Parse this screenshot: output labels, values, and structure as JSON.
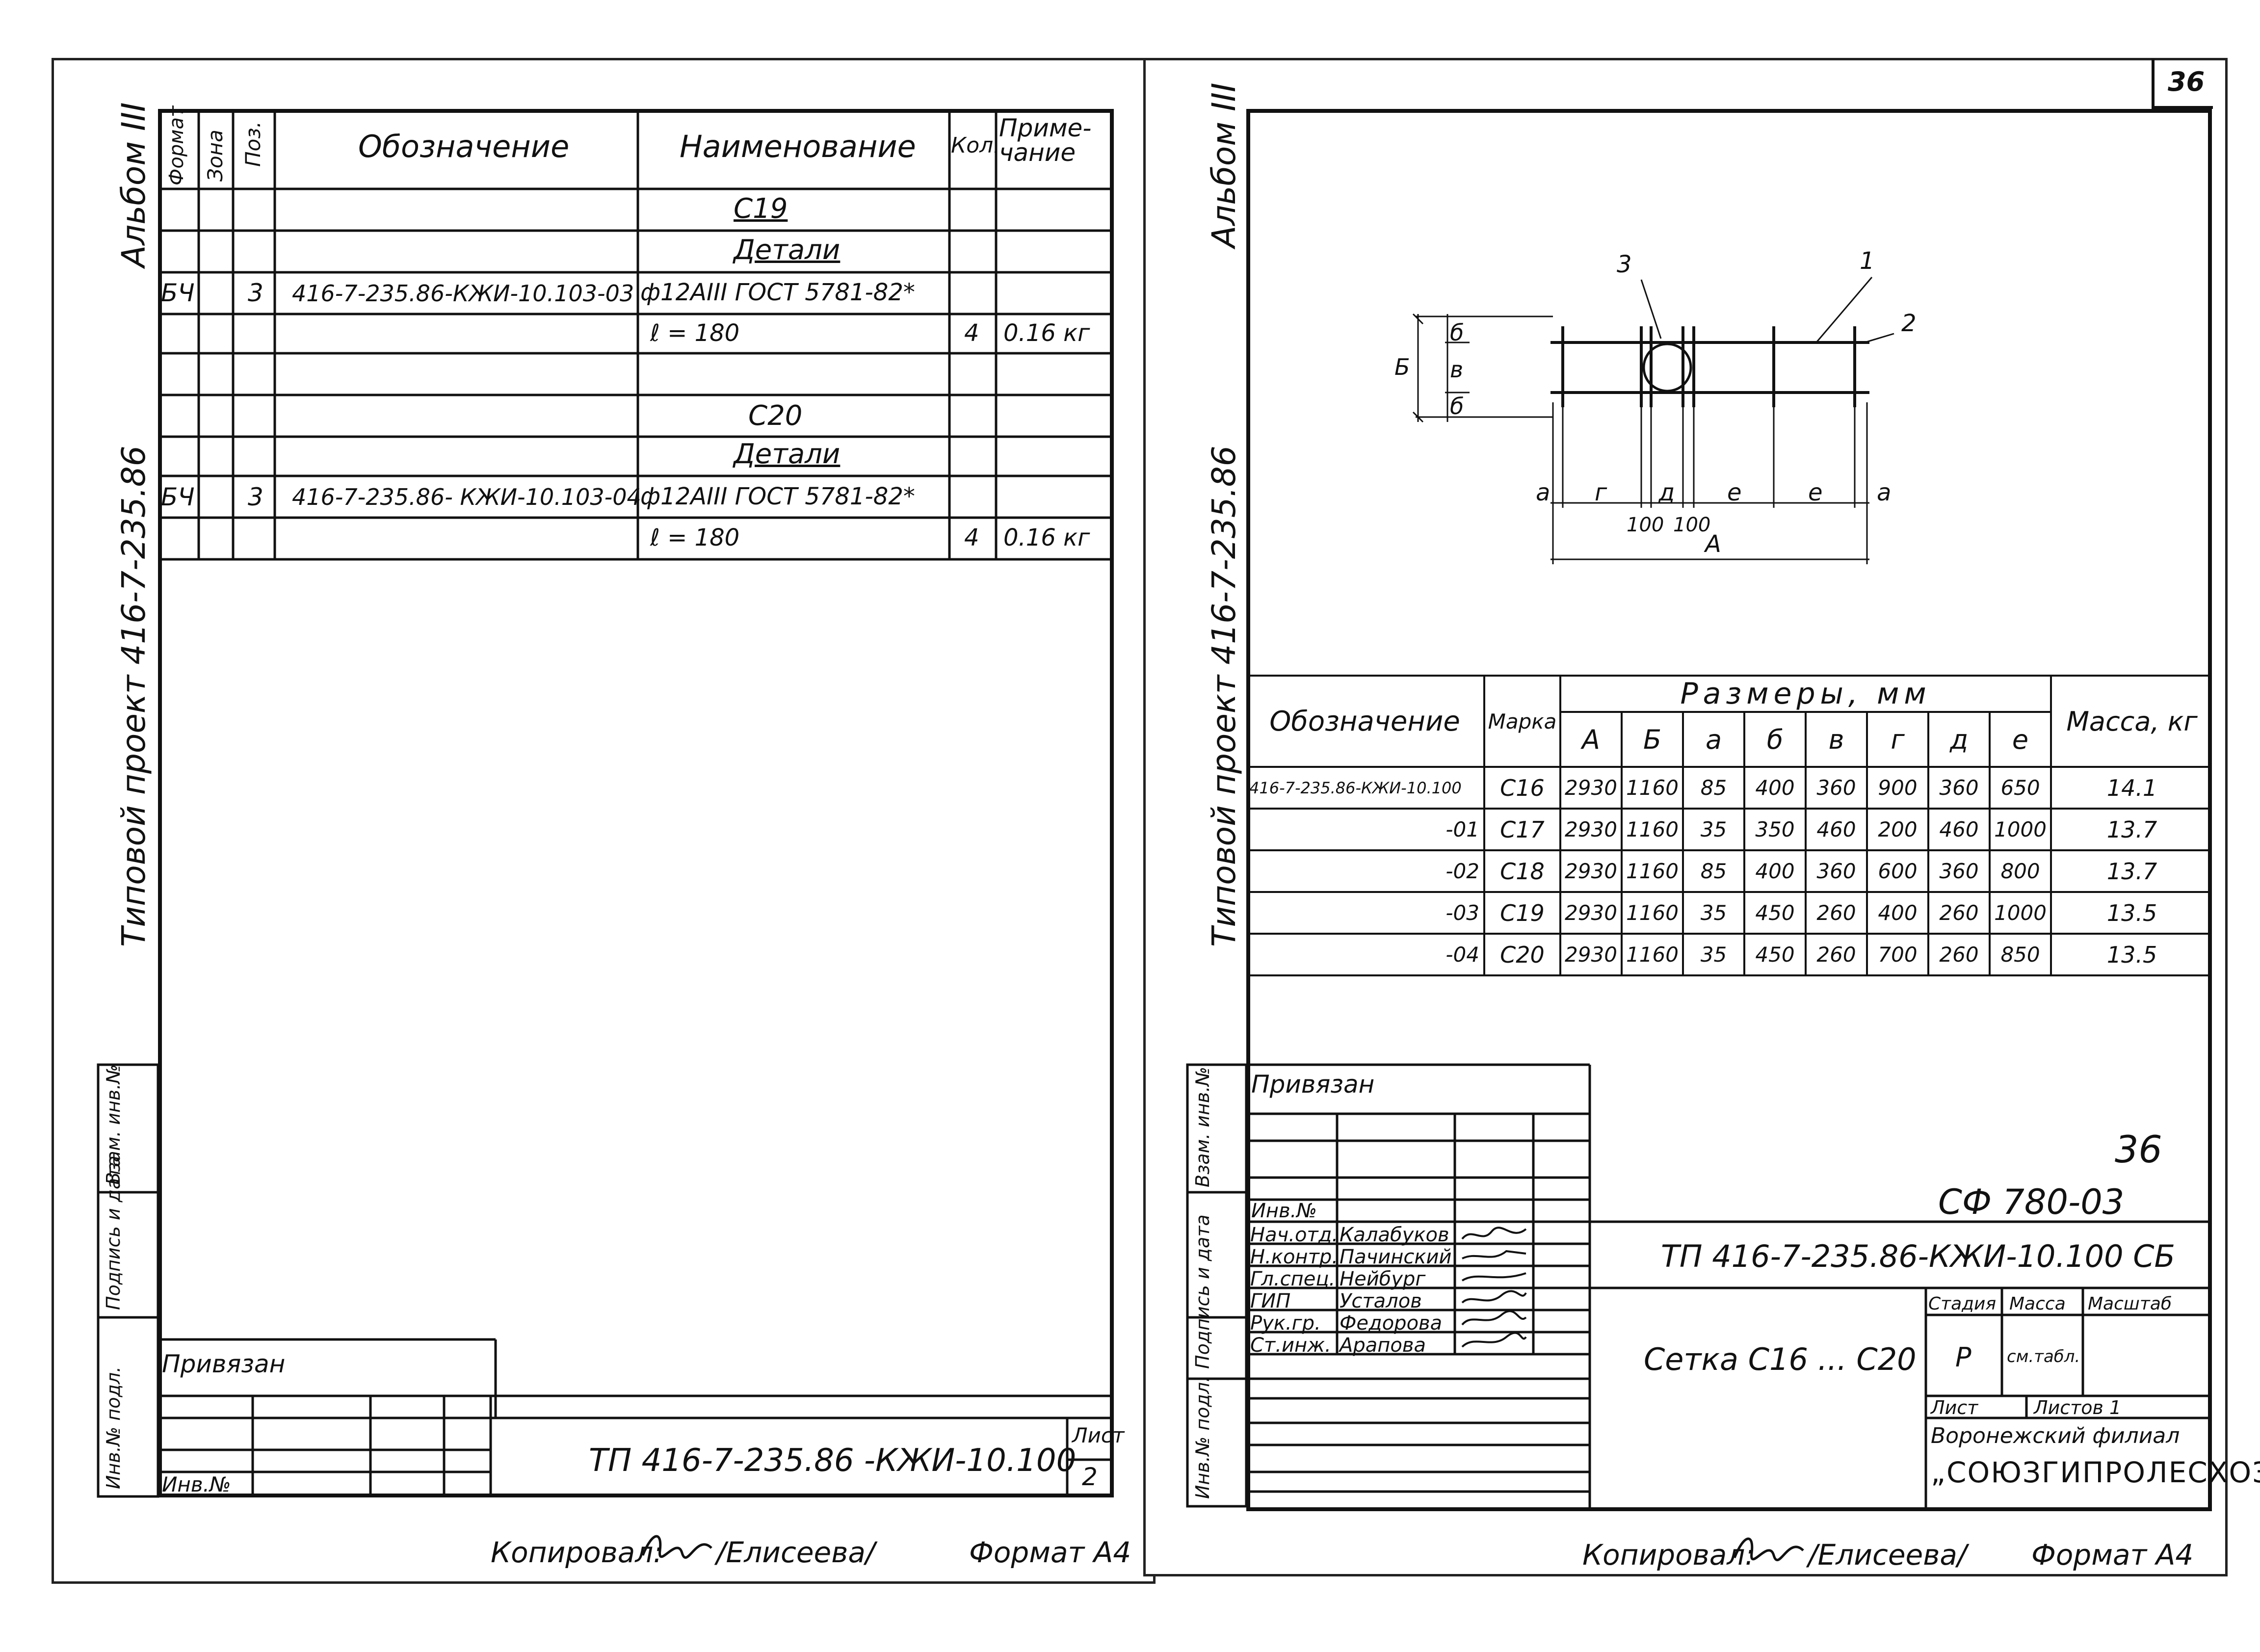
{
  "left_sheet": {
    "album_label": "Альбом III",
    "project_label": "Типовой  проект 416-7-235.86",
    "spec_header": {
      "format": "Формат",
      "zone": "Зона",
      "pos": "Поз.",
      "designation": "Обозначение",
      "name": "Наименование",
      "qty": "Кол.",
      "note": "Приме-чание"
    },
    "spec_rows": [
      {
        "format": "",
        "pos": "",
        "designation": "",
        "name": "С19",
        "qty": "",
        "note": ""
      },
      {
        "format": "",
        "pos": "",
        "designation": "",
        "name": "Детали",
        "qty": "",
        "note": ""
      },
      {
        "format": "БЧ",
        "pos": "3",
        "designation": "416-7-235.86-КЖИ-10.103-03",
        "name": "ф12АIII ГОСТ 5781-82*",
        "qty": "",
        "note": ""
      },
      {
        "format": "",
        "pos": "",
        "designation": "",
        "name": "ℓ = 180",
        "qty": "4",
        "note": "0.16 кг"
      },
      {
        "format": "",
        "pos": "",
        "designation": "",
        "name": "",
        "qty": "",
        "note": ""
      },
      {
        "format": "",
        "pos": "",
        "designation": "",
        "name": "С20",
        "qty": "",
        "note": ""
      },
      {
        "format": "",
        "pos": "",
        "designation": "",
        "name": "Детали",
        "qty": "",
        "note": ""
      },
      {
        "format": "БЧ",
        "pos": "3",
        "designation": "416-7-235.86- КЖИ-10.103-04",
        "name": "ф12АIII ГОСТ 5781-82*",
        "qty": "",
        "note": ""
      },
      {
        "format": "",
        "pos": "",
        "designation": "",
        "name": "ℓ = 180",
        "qty": "4",
        "note": "0.16 кг"
      }
    ],
    "side_stamp": [
      "Инв.№ подл.",
      "Подпись и дата",
      "Взам. инв.№"
    ],
    "privyazan": "Привязан",
    "inv_no": "Инв.№",
    "doc_code": "ТП 416-7-235.86 -КЖИ-10.100",
    "sheet_label": "Лист",
    "sheet_no": "2",
    "copied": "Копировал:",
    "copier": "/Елисеева/",
    "format": "Формат А4"
  },
  "right_sheet": {
    "page_no": "36",
    "album_label": "Альбом III",
    "project_label": "Типовой  проект 416-7-235.86",
    "drawing_labels": {
      "pos1": "1",
      "pos2": "2",
      "pos3": "3",
      "b_big": "Б",
      "b_small1": "б",
      "v": "в",
      "b_small2": "б",
      "a1": "а",
      "g": "г",
      "d": "д",
      "e1": "е",
      "e2": "е",
      "a2": "а",
      "d100a": "100",
      "d100b": "100",
      "A": "А"
    },
    "dims_header": {
      "designation": "Обозначение",
      "mark": "Марка",
      "group": "Размеры, мм",
      "cols": [
        "А",
        "Б",
        "а",
        "б",
        "в",
        "г",
        "д",
        "е"
      ],
      "mass": "Масса, кг"
    },
    "dims_rows": [
      {
        "designation": "416-7-235.86-КЖИ-10.100",
        "mark": "С16",
        "vals": [
          "2930",
          "1160",
          "85",
          "400",
          "360",
          "900",
          "360",
          "650"
        ],
        "mass": "14.1"
      },
      {
        "designation": "-01",
        "mark": "С17",
        "vals": [
          "2930",
          "1160",
          "35",
          "350",
          "460",
          "200",
          "460",
          "1000"
        ],
        "mass": "13.7"
      },
      {
        "designation": "-02",
        "mark": "С18",
        "vals": [
          "2930",
          "1160",
          "85",
          "400",
          "360",
          "600",
          "360",
          "800"
        ],
        "mass": "13.7"
      },
      {
        "designation": "-03",
        "mark": "С19",
        "vals": [
          "2930",
          "1160",
          "35",
          "450",
          "260",
          "400",
          "260",
          "1000"
        ],
        "mass": "13.5"
      },
      {
        "designation": "-04",
        "mark": "С20",
        "vals": [
          "2930",
          "1160",
          "35",
          "450",
          "260",
          "700",
          "260",
          "850"
        ],
        "mass": "13.5"
      }
    ],
    "side_stamp": [
      "Инв.№ подл.",
      "Подпись и дата",
      "Взам. инв.№"
    ],
    "privyazan": "Привязан",
    "inv_no": "Инв.№",
    "handwritten_no": "36",
    "handwritten_code": "СФ 780-03",
    "doc_code": "ТП 416-7-235.86-КЖИ-10.100 СБ",
    "signers": [
      {
        "role": "Нач.отд.",
        "name": "Калабуков"
      },
      {
        "role": "Н.контр.",
        "name": "Пачинский"
      },
      {
        "role": "Гл.спец.",
        "name": "Нейбург"
      },
      {
        "role": "ГИП",
        "name": "Усталов"
      },
      {
        "role": "Рук.гр.",
        "name": "Федорова"
      },
      {
        "role": "Ст.инж.",
        "name": "Арапова"
      }
    ],
    "title": "Сетка С16 ... С20",
    "stage_label": "Стадия",
    "mass_label": "Масса",
    "scale_label": "Масштаб",
    "stage": "Р",
    "mass_value": "см.табл.",
    "sheet_label": "Лист",
    "sheets_label": "Листов 1",
    "org_line1": "Воронежский филиал",
    "org_line2": "„СОЮЗГИПРОЛЕСХОЗ“",
    "copied": "Копировал:",
    "copier": "/Елисеева/",
    "format": "Формат А4"
  }
}
